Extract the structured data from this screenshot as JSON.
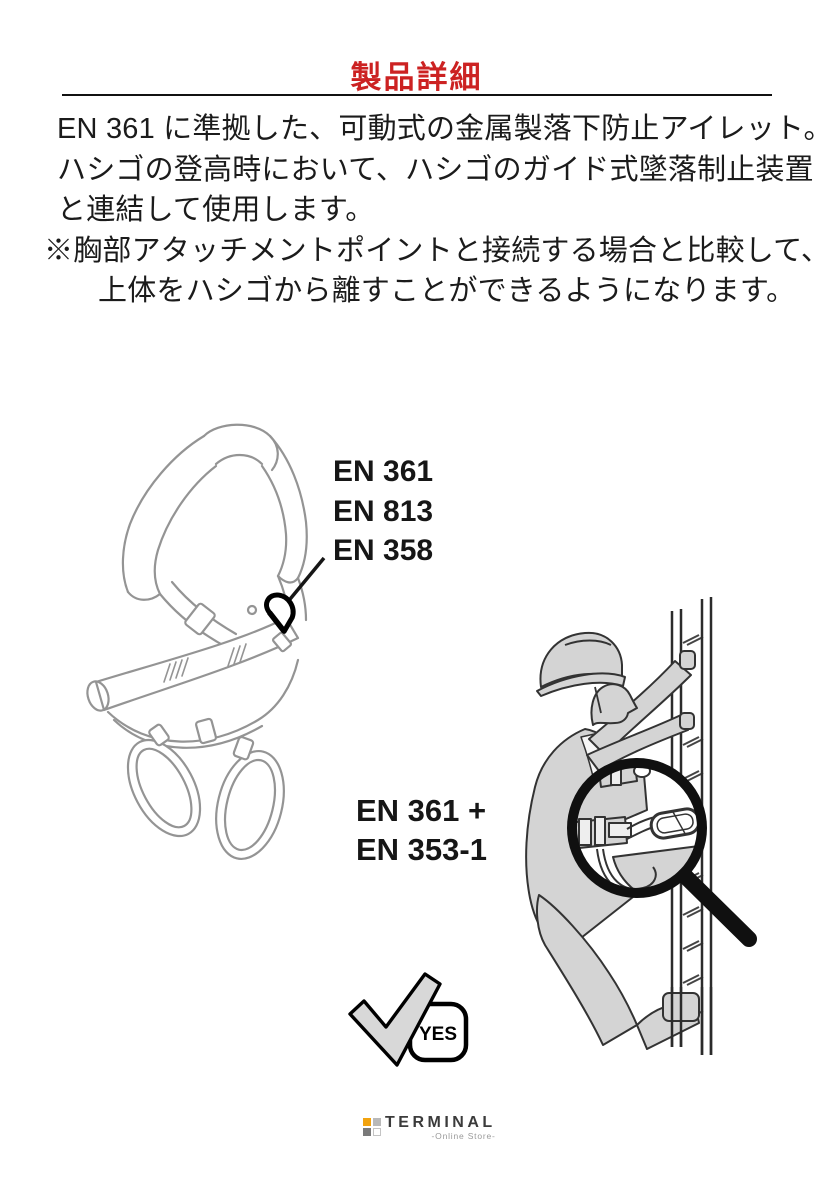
{
  "header": {
    "title": "製品詳細",
    "title_color": "#cc2222"
  },
  "description": {
    "lines": [
      "EN 361 に準拠した、可動式の金属製落下防止アイレット。",
      "ハシゴの登高時において、ハシゴのガイド式墜落制止装置",
      "と連結して使用します。",
      "※胸部アタッチメントポイントと接続する場合と比較して、",
      "上体をハシゴから離すことができるようになります。"
    ]
  },
  "diagram": {
    "harness_labels": [
      "EN 361",
      "EN 813",
      "EN 358"
    ],
    "ladder_labels": [
      "EN 361 +",
      "EN 353-1"
    ],
    "yes_label": "YES",
    "harness_icon": "fall-arrest-harness-line-art",
    "climber_icon": "worker-climbing-ladder",
    "magnifier_icon": "magnifying-glass-hip-attachment",
    "check_icon": "checkmark-yes"
  },
  "footer": {
    "brand": "TERMINAL",
    "tagline": "-Online Store-",
    "accent_orange": "#f2a30f"
  }
}
